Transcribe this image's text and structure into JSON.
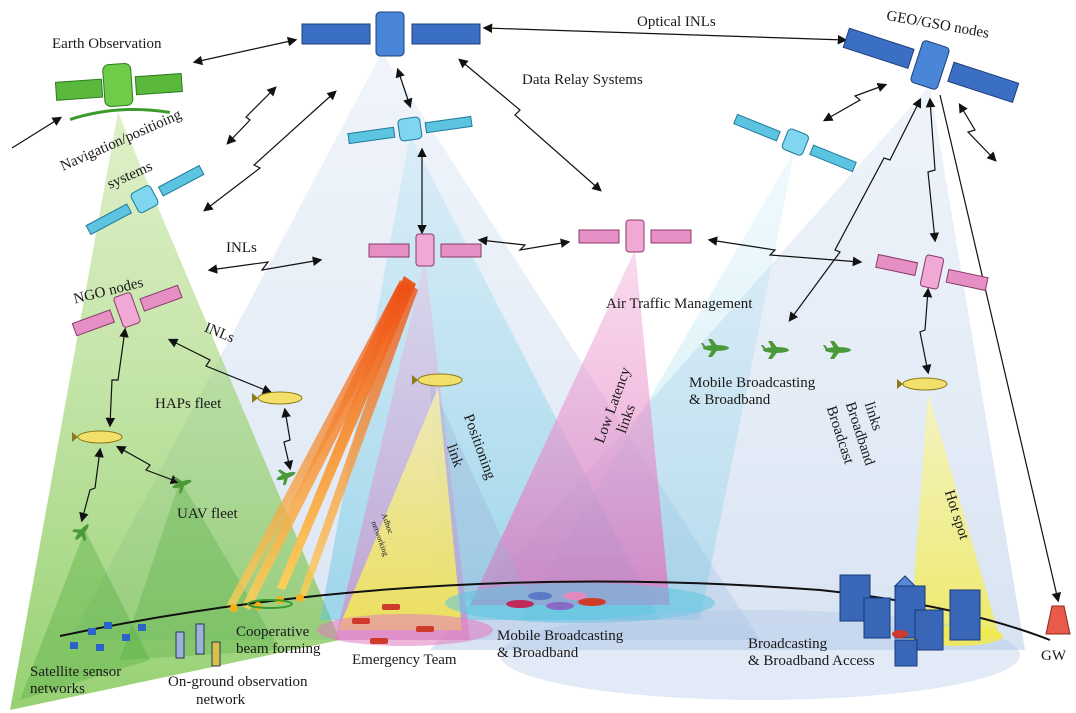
{
  "labels": {
    "earth_observation": "Earth Observation",
    "optical_inls": "Optical INLs",
    "geo_gso_nodes": "GEO/GSO nodes",
    "data_relay_systems": "Data Relay Systems",
    "navigation_1": "Navigation/positioing",
    "navigation_2": "systems",
    "inls_upper": "INLs",
    "ngo_nodes": "NGO nodes",
    "inls_lower": "INLs",
    "air_traffic_management": "Air Traffic Management",
    "haps_fleet": "HAPs fleet",
    "positioning_link_1": "Positioning",
    "positioning_link_2": "link",
    "low_latency_1": "Low Latency",
    "low_latency_2": "links",
    "mobile_broadcasting_air_1": "Mobile Broadcasting",
    "mobile_broadcasting_air_2": "& Broadband",
    "broadcast_links_1": "Broadcast",
    "broadcast_links_2": "Broadband",
    "broadcast_links_3": "links",
    "uav_fleet": "UAV fleet",
    "adhoc_networking_1": "Adhoc",
    "adhoc_networking_2": "networking",
    "hot_spot": "Hot spot",
    "cooperative_1": "Cooperative",
    "cooperative_2": "beam forming",
    "emergency_team": "Emergency Team",
    "mobile_broadcasting_ground_1": "Mobile Broadcasting",
    "mobile_broadcasting_ground_2": "& Broadband",
    "broadcasting_access_1": "Broadcasting",
    "broadcasting_access_2": "& Broadband Access",
    "gw": "GW",
    "satellite_sensor_1": "Satellite sensor",
    "satellite_sensor_2": "networks",
    "on_ground_obs_1": "On-ground observation",
    "on_ground_obs_2": "network"
  },
  "colors": {
    "geo_satellite": "#3b6fc4",
    "leo_satellite": "#e58fc4",
    "relay_satellite": "#5cc4e0",
    "earth_obs_satellite": "#5ab83c",
    "green_beam": "#8fcc5a",
    "pink_beam": "#e27bc0",
    "yellow_beam": "#f4ee66",
    "blue_beam": "#b5cce8",
    "cyan_beam": "#8fd4ea",
    "orange_beam": "#f07a1a",
    "gw": "#e85a4a"
  }
}
